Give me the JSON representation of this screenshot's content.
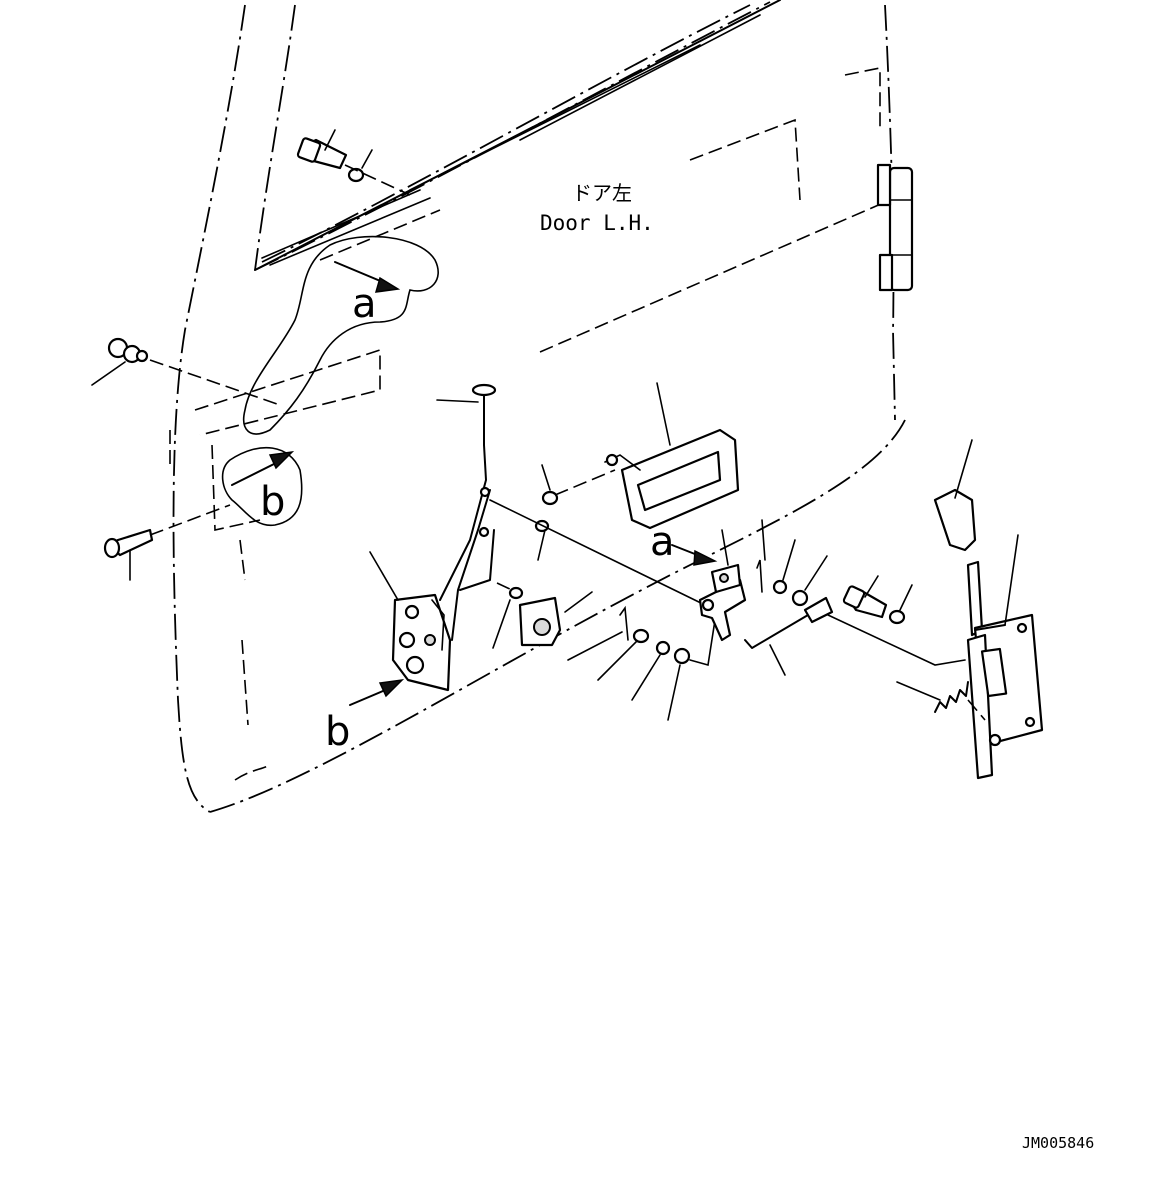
{
  "title_jp": "ドア左",
  "title_en": "Door L.H.",
  "ref_letters": {
    "a": "a",
    "b": "b"
  },
  "drawing_code": "JM005846"
}
